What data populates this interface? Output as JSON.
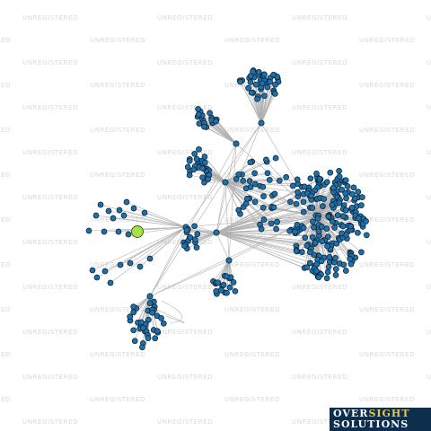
{
  "watermark": {
    "text": "UNREGISTERED",
    "color": "#d9d9d9"
  },
  "logo": {
    "word1_a": "OVER",
    "word1_b": "SIGHT",
    "word2": "SOLUTIONS",
    "background": "#0d2f4d",
    "accent": "#e8c94a"
  },
  "network": {
    "node_color": "#1f6fa8",
    "node_stroke": "#0a1e2e",
    "edge_color": "#b0b0b0",
    "highlight_color": "#a8e04a"
  }
}
